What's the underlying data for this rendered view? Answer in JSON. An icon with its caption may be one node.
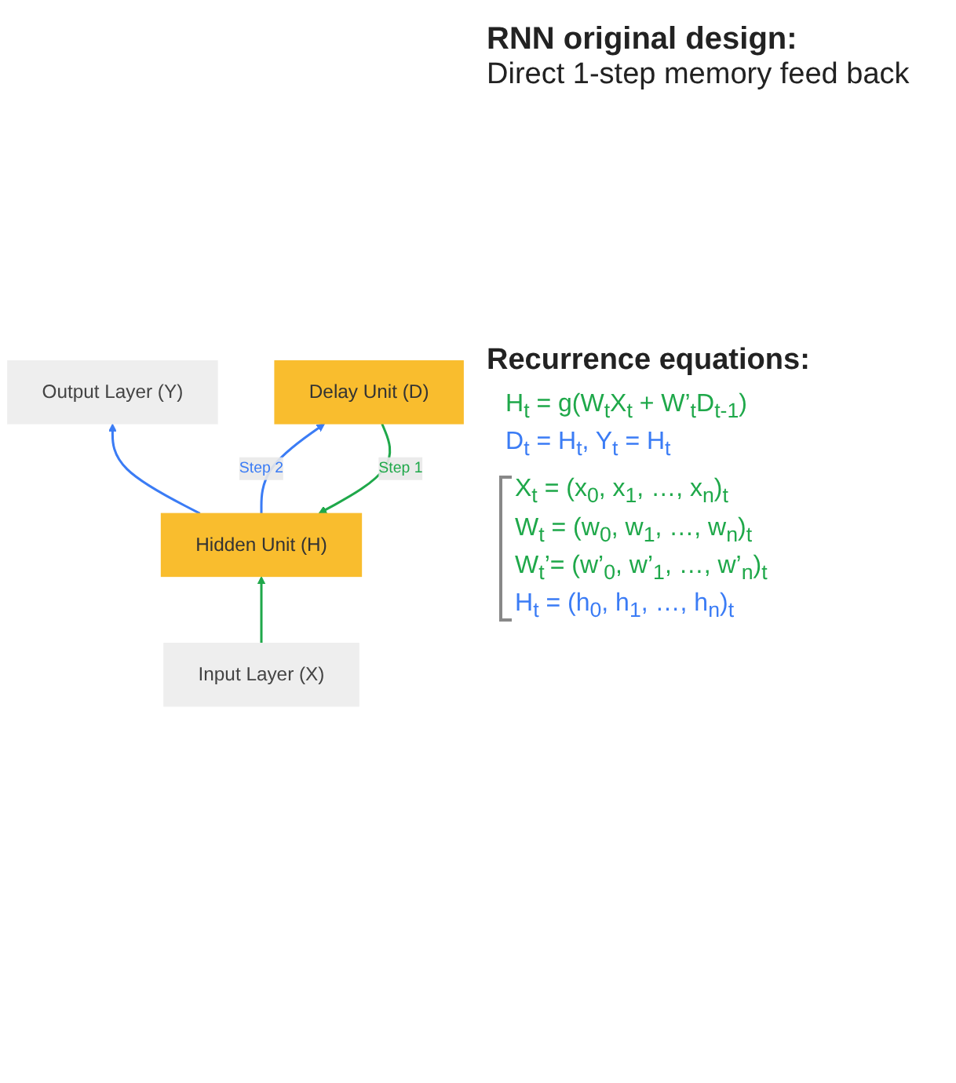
{
  "diagram": {
    "title": "RNN original design:",
    "nodes": [
      {
        "text": [
          "Output Layer (Y)"
        ]
      },
      {
        "text": [
          "Hidden Unit (H)"
        ]
      },
      {
        "text": [
          "Delay Unit (D)"
        ]
      },
      {
        "text": [
          "Input Layer (X)"
        ]
      }
    ],
    "edges": [
      {
        "from": 1,
        "to": 0,
        "arrow": "to",
        "color": "#3b7cf5"
      },
      {
        "from": 1,
        "to": 2,
        "arrow": "to",
        "label": "Step 2",
        "color": "#3b7cf5"
      },
      {
        "from": 2,
        "to": 1,
        "arrow": "to",
        "label": "Step 1",
        "color": "#1fa84a"
      },
      {
        "from": 3,
        "to": 1,
        "arrow": "to",
        "color": "#1fa84a"
      }
    ],
    "labels": [
      "Direct 1-step memory feed back",
      "Recurrence equations:",
      "H$_{t}$ = g(W$_{t}$X$_{t}$ + W’$_{t}$D$_{t-1}$)",
      "D$_{t}$ = H$_{t}$, Y$_{t}$ = H$_{t}$",
      "X$_{t}$ = (x$_{0}$, x$_{1}$, …, x$_{n}$)$_{t}$",
      "W$_{t}$ = (w$_{0}$, w$_{1}$, …, w$_{n}$)$_{t}$",
      "W$_{t}$’= (w’$_{0}$, w’$_{1}$, …, w’$_{n}$)$_{t}$",
      "H$_{t}$ = (h$_{0}$, h$_{1}$, …, h$_{n}$)$_{t}$"
    ]
  }
}
